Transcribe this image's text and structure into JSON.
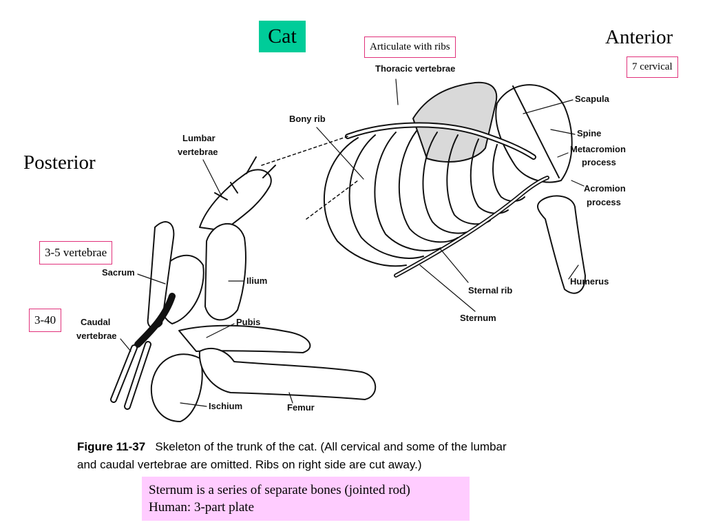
{
  "title": "Cat",
  "orientation": {
    "anterior": "Anterior",
    "posterior": "Posterior"
  },
  "callouts": {
    "articulate_ribs": "Articulate with ribs",
    "cervical": "7 cervical",
    "sacral_count": "3-5 vertebrae",
    "caudal_count": "3-40"
  },
  "figure": {
    "labels": {
      "thoracic_vertebrae": "Thoracic vertebrae",
      "scapula": "Scapula",
      "spine": "Spine",
      "metacromion_1": "Metacromion",
      "metacromion_2": "process",
      "acromion_1": "Acromion",
      "acromion_2": "process",
      "bony_rib": "Bony rib",
      "lumbar_1": "Lumbar",
      "lumbar_2": "vertebrae",
      "sacrum": "Sacrum",
      "ilium": "Ilium",
      "pubis": "Pubis",
      "caudal_1": "Caudal",
      "caudal_2": "vertebrae",
      "ischium": "Ischium",
      "femur": "Femur",
      "sternal_rib": "Sternal rib",
      "sternum": "Sternum",
      "humerus": "Humerus"
    },
    "caption_number": "Figure 11-37",
    "caption_line1": "Skeleton of the trunk of the cat. (All cervical and some of the lumbar",
    "caption_line2": "and caudal vertebrae are omitted. Ribs on right side are cut away.)"
  },
  "note": {
    "line1": "Sternum is a series of separate bones (jointed rod)",
    "line2": "Human:  3-part plate"
  },
  "colors": {
    "title_box": "#00cc99",
    "callout_border": "#e0307a",
    "note_bg": "#ffccff"
  }
}
